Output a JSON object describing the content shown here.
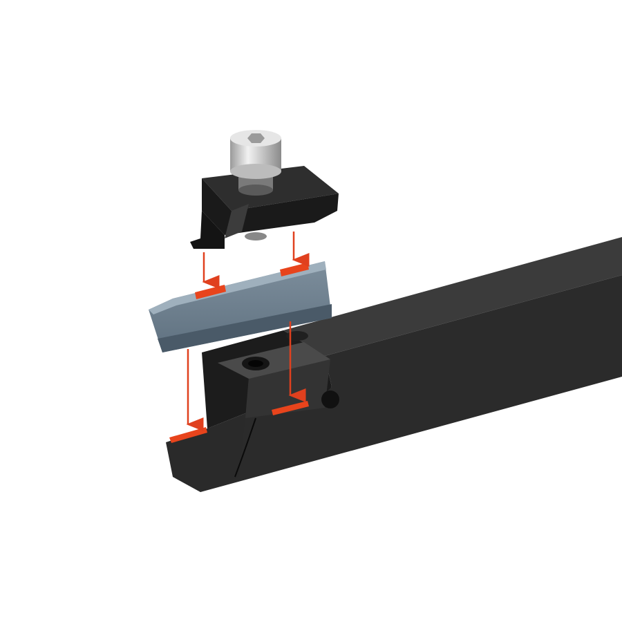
{
  "colors": {
    "background": "#ffffff",
    "holder_top": "#3b3b3b",
    "holder_front": "#2a2a2a",
    "insert": "#6b7e8e",
    "insert_edge": "#4a5a68",
    "clamp": "#1e1e1e",
    "screw": "#d8d8d8",
    "contact_mark": "#e8441c",
    "arrow": "#e0401e"
  },
  "icons": [
    "clamp-screw",
    "clamp",
    "grooving-insert",
    "tool-holder",
    "assembly-arrow"
  ]
}
